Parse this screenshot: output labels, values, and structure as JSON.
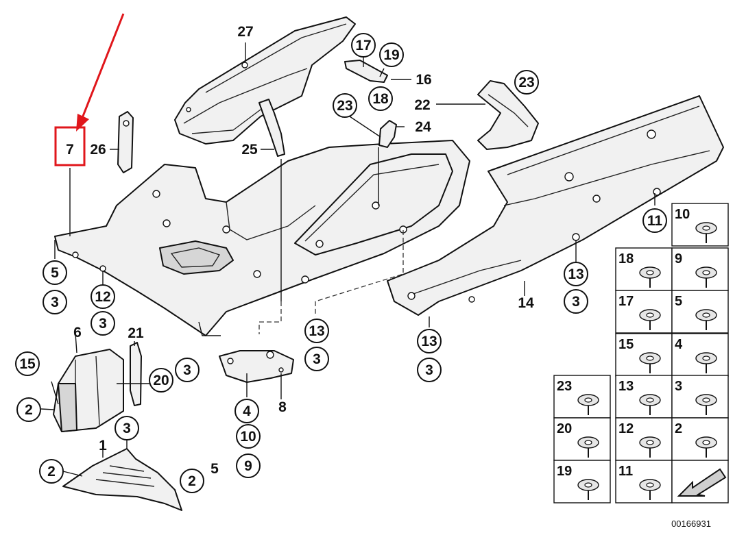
{
  "diagram_id": "00166931",
  "highlight_color": "#e0161b",
  "highlighted_callout": "7",
  "callouts": [
    "27",
    "17",
    "19",
    "16",
    "18",
    "23",
    "22",
    "24",
    "23",
    "25",
    "26",
    "7",
    "11",
    "13",
    "3",
    "14",
    "13",
    "3",
    "5",
    "3",
    "12",
    "3",
    "13",
    "3",
    "6",
    "21",
    "15",
    "20",
    "3",
    "2",
    "2",
    "10",
    "9",
    "8",
    "3",
    "1",
    "2",
    "5",
    "4"
  ],
  "hardware_grid": [
    "10",
    "18",
    "9",
    "17",
    "5",
    "15",
    "4",
    "23",
    "13",
    "3",
    "20",
    "12",
    "2",
    "19",
    "11"
  ]
}
